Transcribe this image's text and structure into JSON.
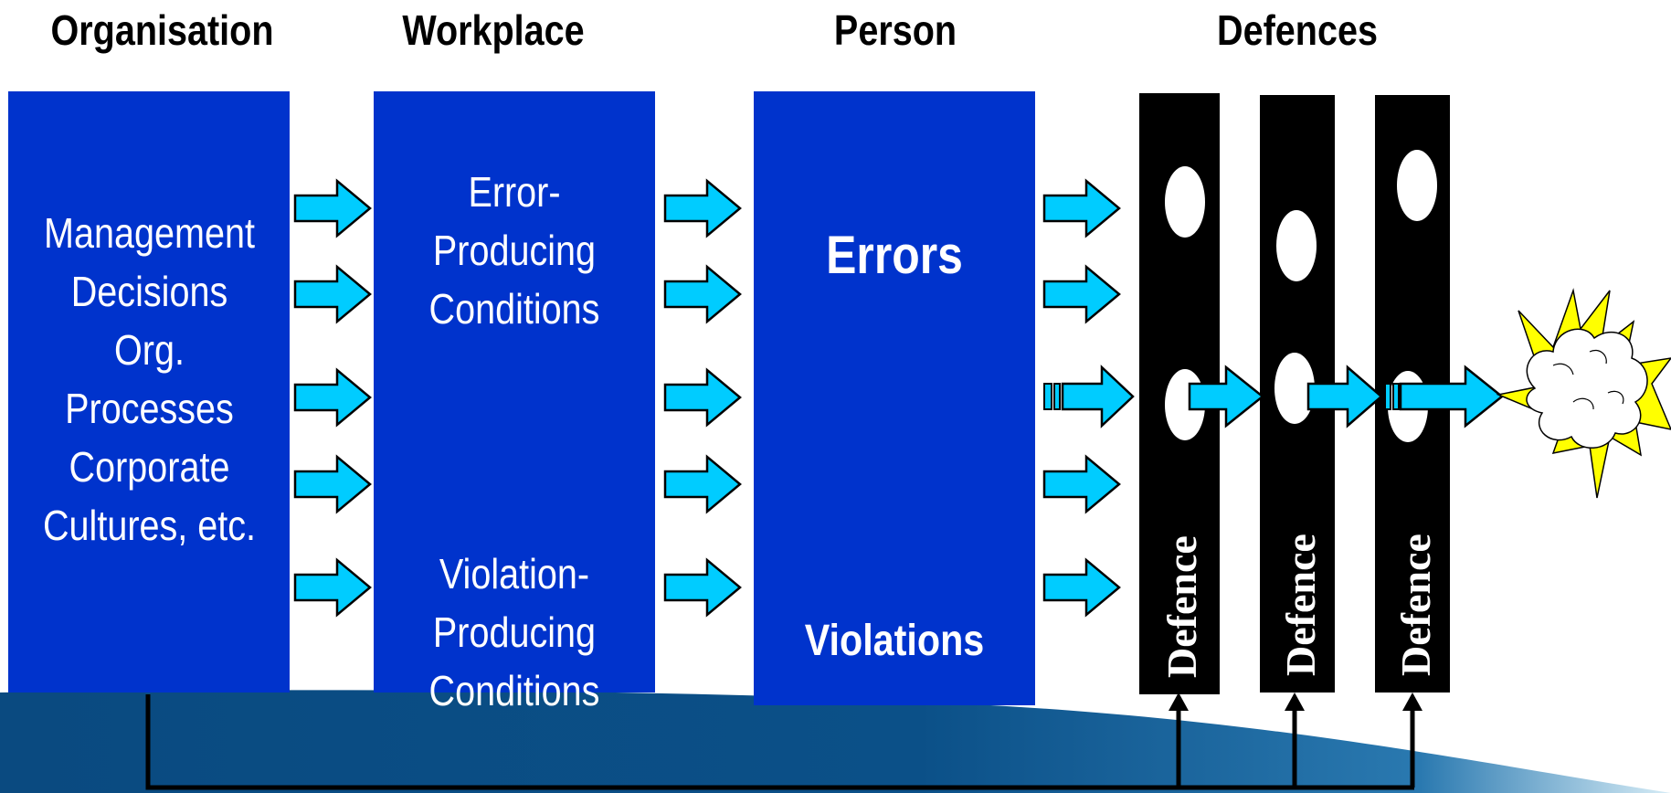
{
  "headers": {
    "organisation": "Organisation",
    "workplace": "Workplace",
    "person": "Person",
    "defences": "Defences"
  },
  "organisation_box": {
    "lines": [
      "Management",
      "Decisions",
      "Org.",
      "Processes",
      "Corporate",
      "Cultures, etc."
    ]
  },
  "workplace_box": {
    "error_lines": [
      "Error-",
      "Producing",
      "Conditions"
    ],
    "violation_lines": [
      "Violation-",
      "Producing",
      "Conditions"
    ]
  },
  "person_box": {
    "errors": "Errors",
    "violations": "Violations"
  },
  "defences": {
    "label": "Defence",
    "count": 3
  },
  "colors": {
    "box_blue": "#0033cc",
    "arrow_cyan": "#00ccff",
    "wave_dark": "#0b4d82",
    "explosion_yellow": "#ffff00"
  },
  "icons": [
    "arrow-right-icon",
    "explosion-icon",
    "arrow-up-icon"
  ]
}
